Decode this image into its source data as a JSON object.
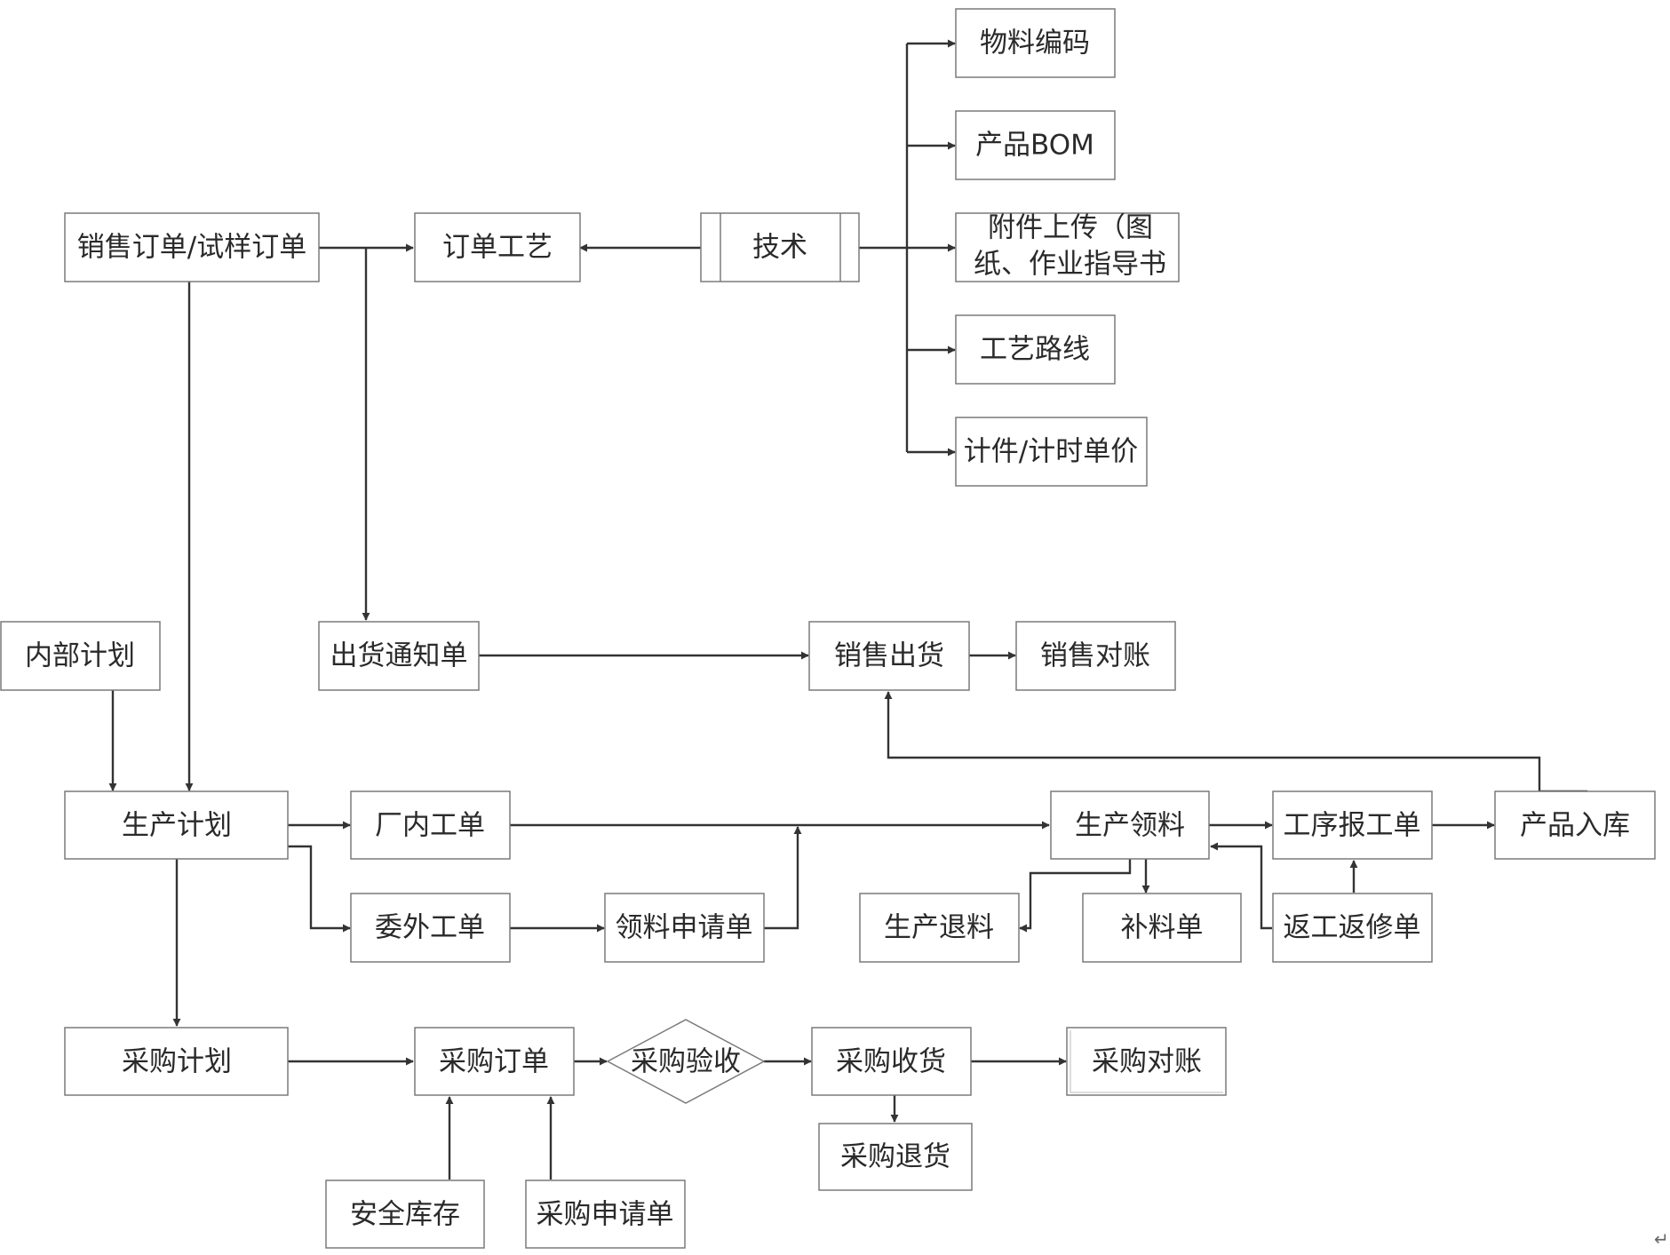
{
  "nodes": {
    "sales_order": "销售订单/试样订单",
    "order_process": "订单工艺",
    "technology": "技术",
    "material_code": "物料编码",
    "product_bom": "产品BOM",
    "attachment_upload_line1": "附件上传（图",
    "attachment_upload_line2": "纸、作业指导书",
    "process_route": "工艺路线",
    "piece_time_price": "计件/计时单价",
    "internal_plan": "内部计划",
    "delivery_notice": "出货通知单",
    "sales_shipment": "销售出货",
    "sales_reconciliation": "销售对账",
    "production_plan": "生产计划",
    "factory_work_order": "厂内工单",
    "outsourced_work_order": "委外工单",
    "material_requisition": "领料申请单",
    "production_material_issue": "生产领料",
    "process_report": "工序报工单",
    "product_warehousing": "产品入库",
    "production_return": "生产退料",
    "material_supplement": "补料单",
    "rework_order": "返工返修单",
    "purchase_plan": "采购计划",
    "purchase_order": "采购订单",
    "purchase_inspection": "采购验收",
    "purchase_receipt": "采购收货",
    "purchase_reconciliation": "采购对账",
    "purchase_return": "采购退货",
    "safety_stock": "安全库存",
    "purchase_request": "采购申请单"
  },
  "paragraph_mark": "↵"
}
